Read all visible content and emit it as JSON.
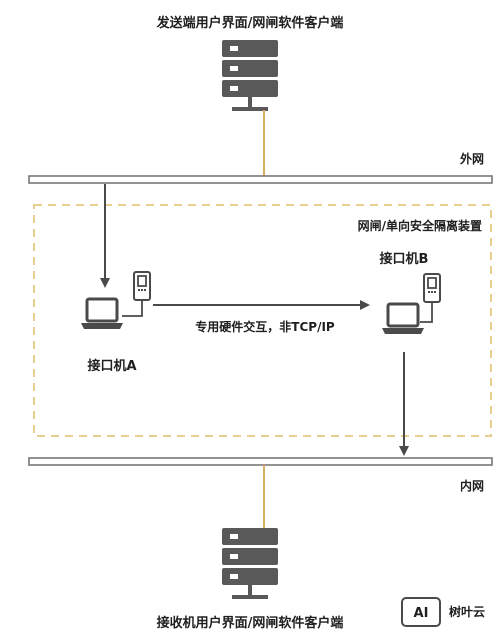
{
  "labels": {
    "top_title": "发送端用户界面/网闸软件客户端",
    "outer_net": "外网",
    "inner_net": "内网",
    "device": "网闸/单向安全隔离装置",
    "machine_a": "接口机A",
    "machine_b": "接口机B",
    "interaction": "专用硬件交互，非TCP/IP",
    "bottom_title": "接收机用户界面/网闸软件客户端",
    "watermark_logo": "AI",
    "watermark_text": "树叶云"
  },
  "colors": {
    "server_gray": "#595959",
    "arrow_gray": "#4a4a4a",
    "connector_gold": "#d4ae63",
    "device_border": "#e8cf8f",
    "device_label": "#e2b967",
    "bar_border": "#777777"
  },
  "icons": {
    "server": "server-icon",
    "laptop": "laptop-icon",
    "card_reader": "card-reader-icon"
  }
}
